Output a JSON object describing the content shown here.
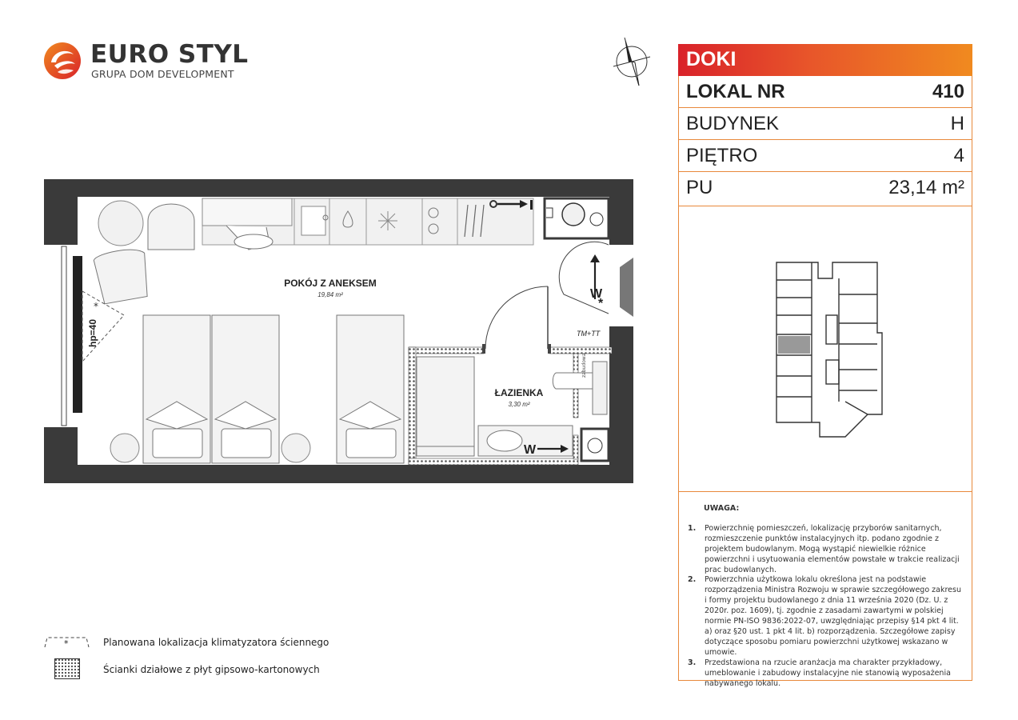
{
  "brand": {
    "name": "EURO STYL",
    "subtitle": "GRUPA DOM DEVELOPMENT",
    "colors": {
      "red": "#d9222a",
      "orange": "#f08a1f"
    }
  },
  "panel": {
    "project": "DOKI",
    "rows": [
      {
        "label": "LOKAL NR",
        "value": "410"
      },
      {
        "label": "BUDYNEK",
        "value": "H"
      },
      {
        "label": "PIĘTRO",
        "value": "4"
      },
      {
        "label": "PU",
        "value": "23,14 m²"
      }
    ]
  },
  "plan": {
    "room_main_name": "POKÓJ Z ANEKSEM",
    "room_main_area": "19,84 m²",
    "room_bath_name": "ŁAZIENKA",
    "room_bath_area": "3,30 m²",
    "window_height": "hp=40",
    "meter_label": "TM+TT",
    "w_marker": "W",
    "ac_marker": "*",
    "panel_label": "zabudowa"
  },
  "notes": {
    "title": "UWAGA:",
    "items": [
      {
        "num": "1.",
        "text": "Powierzchnię pomieszczeń, lokalizację przyborów sanitarnych, rozmieszczenie punktów instalacyjnych itp. podano zgodnie z projektem budowlanym. Mogą wystąpić niewielkie różnice powierzchni i usytuowania elementów powstałe w trakcie realizacji prac budowlanych."
      },
      {
        "num": "2.",
        "text": "Powierzchnia użytkowa lokalu określona jest na podstawie rozporządzenia Ministra Rozwoju w sprawie szczegółowego zakresu i formy projektu budowlanego z dnia 11 września 2020 (Dz. U. z 2020r. poz. 1609), tj. zgodnie z zasadami zawartymi w polskiej normie PN-ISO 9836:2022-07, uwzględniając przepisy §14 pkt 4 lit. a) oraz §20 ust. 1 pkt 4 lit. b) rozporządzenia. Szczegółowe zapisy dotyczące sposobu pomiaru powierzchni użytkowej wskazano w umowie."
      },
      {
        "num": "3.",
        "text": "Przedstawiona na rzucie aranżacja ma charakter przykładowy, umeblowanie i zabudowy instalacyjne nie stanowią wyposażenia nabywanego lokalu."
      }
    ]
  },
  "legend": [
    {
      "symbol": "*",
      "text": "Planowana lokalizacja klimatyzatora ściennego"
    },
    {
      "text": "Ścianki działowe z płyt gipsowo-kartonowych"
    }
  ]
}
